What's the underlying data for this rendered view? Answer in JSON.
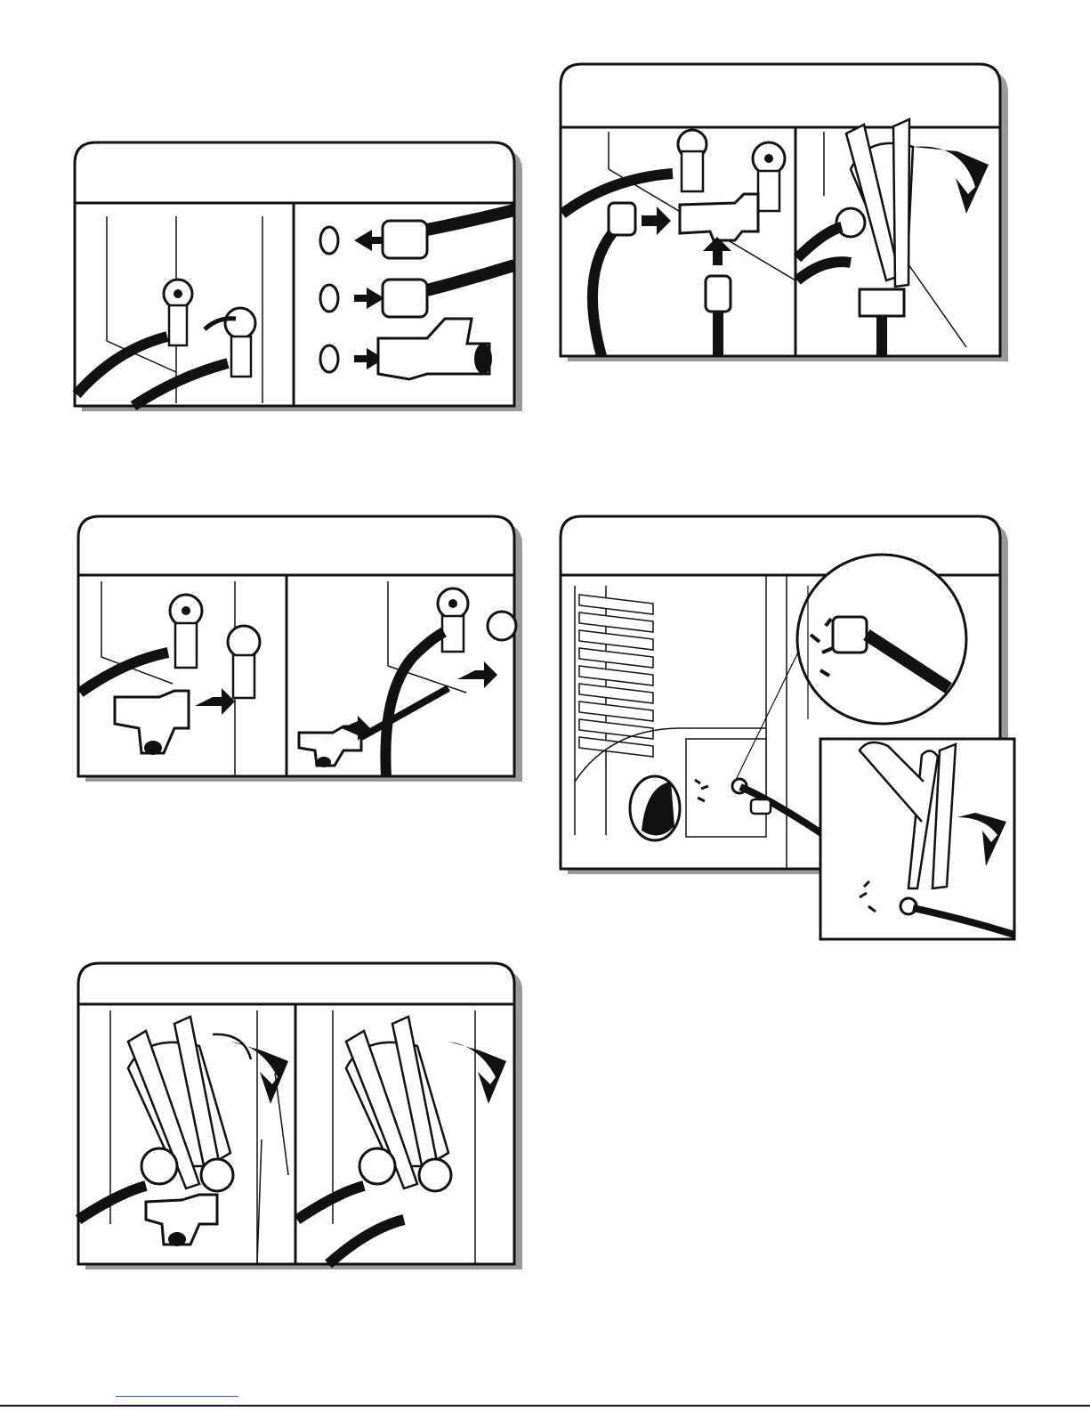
{
  "page": {
    "panels": [
      {
        "id": "step-remove-hoses",
        "frames": 2
      },
      {
        "id": "step-connect-wye",
        "frames": 2
      },
      {
        "id": "step-tighten-wye",
        "frames": 2
      },
      {
        "id": "step-connect-hoses-to-wye",
        "frames": 2
      },
      {
        "id": "step-connect-to-dryer-inlet",
        "frames": 2
      }
    ],
    "footer_link": ""
  },
  "colors": {
    "ink": "#111111",
    "paper": "#ffffff",
    "shadow": "#9a9a9a"
  }
}
